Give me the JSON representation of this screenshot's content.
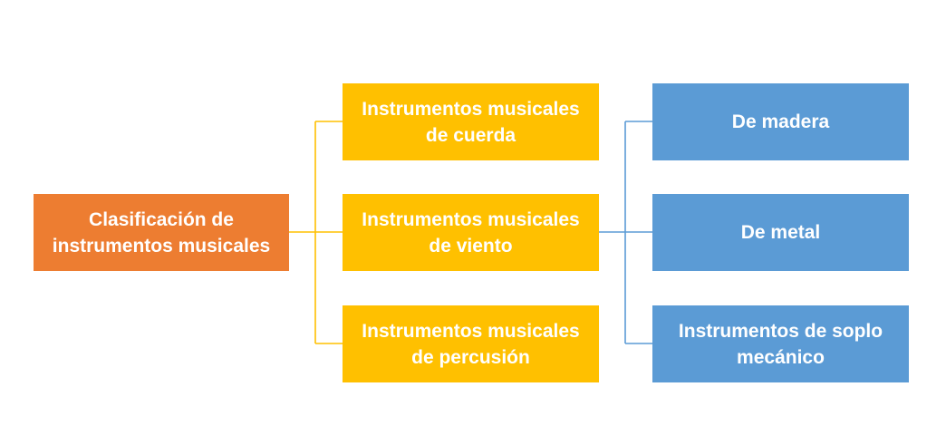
{
  "root": {
    "label": "Clasificación de\ninstrumentos musicales"
  },
  "categories": [
    {
      "label": "Instrumentos musicales\nde cuerda"
    },
    {
      "label": "Instrumentos musicales\nde viento"
    },
    {
      "label": "Instrumentos musicales\nde percusión"
    }
  ],
  "subcategories": [
    {
      "label": "De madera"
    },
    {
      "label": "De metal"
    },
    {
      "label": "Instrumentos de soplo\nmecánico"
    }
  ],
  "colors": {
    "root": "#ED7D31",
    "category": "#FFC000",
    "subcategory": "#5B9BD5",
    "category_connector": "#FFC000",
    "subcategory_connector": "#5B9BD5"
  }
}
